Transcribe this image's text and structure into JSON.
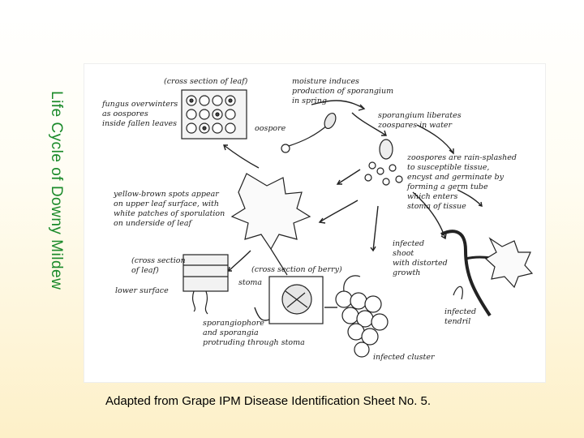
{
  "slide": {
    "title": "Life Cycle of Downy Mildew",
    "caption": "Adapted from Grape IPM Disease Identification Sheet No. 5."
  },
  "diagram": {
    "labels": {
      "cross_section_leaf_top": "(cross section of leaf)",
      "fungus_overwinters": "fungus overwinters\nas oospores\ninside fallen leaves",
      "oospore": "oospore",
      "moisture": "moisture induces\nproduction of sporangium\nin spring",
      "sporangium_liberates": "sporangium liberates\nzoospares in water",
      "zoospores": "zoospores are rain-splashed\nto susceptible tissue,\nencyst and germinate by\nforming a germ tube\nwhich enters\nstoma of tissue",
      "yellow_brown": "yellow-brown spots appear\non upper leaf surface, with\nwhite patches of sporulation\non underside of leaf",
      "infected_shoot": "infected\nshoot\nwith distorted\ngrowth",
      "cross_section_leaf_bottom": "(cross section\nof leaf)",
      "cross_section_berry": "(cross section of berry)",
      "stoma": "stoma",
      "lower_surface": "lower surface",
      "sporangiophore": "sporangiophore\nand sporangia\nprotruding through stoma",
      "infected_tendril": "infected\ntendril",
      "infected_cluster": "infected cluster"
    }
  }
}
